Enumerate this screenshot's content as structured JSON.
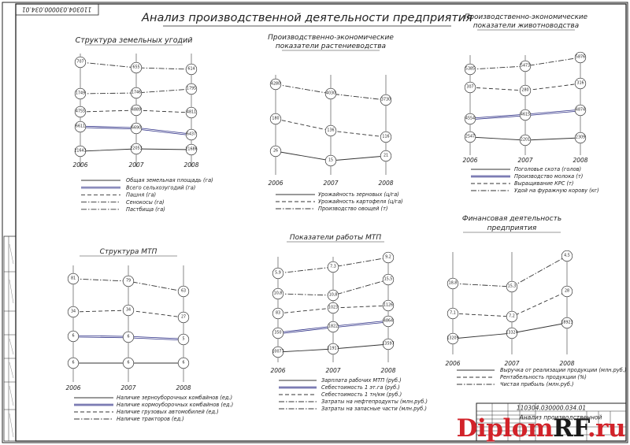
{
  "stamp_code_rotated": "110304.030000.034.01",
  "sheet_title": "Анализ производственной деятельности предприятия",
  "title_block": {
    "code": "110304.030000.034.01",
    "text": "Анализ производственной"
  },
  "watermark": {
    "part1": "Diplom",
    "part2": "RF",
    "part3": ".ru"
  },
  "chart_data": [
    {
      "id": "land",
      "type": "line",
      "title": "Структура земельных угодий",
      "categories": [
        "2006",
        "2007",
        "2008"
      ],
      "series": [
        {
          "name": "Общая земельная площадь (га)",
          "values": [
            "21643",
            "22053",
            "21686"
          ],
          "style": "solid",
          "bold": false
        },
        {
          "name": "Всего сельхозугодий (га)",
          "values": [
            "6611",
            "6690",
            "6437"
          ],
          "style": "solid",
          "bold": true
        },
        {
          "name": "Пашня (га)",
          "values": [
            "4755",
            "4889",
            "4811"
          ],
          "style": "dash"
        },
        {
          "name": "Сенокосы (га)",
          "values": [
            "1749",
            "1746",
            "1795"
          ],
          "style": "dashdot"
        },
        {
          "name": "Пастбища (га)",
          "values": [
            "707",
            "655",
            "614"
          ],
          "style": "dashdot"
        }
      ]
    },
    {
      "id": "crop",
      "type": "line",
      "title": "Производственно-экономические показатели растениеводства",
      "title_lines": [
        "Производственно-экономические",
        "показатели растениеводства"
      ],
      "categories": [
        "2006",
        "2007",
        "2008"
      ],
      "series": [
        {
          "name": "Урожайность зерновых (ц/га)",
          "values": [
            "26",
            "15",
            "21"
          ],
          "style": "solid"
        },
        {
          "name": "Урожайность картофеля (ц/га)",
          "values": [
            "180",
            "136",
            "116"
          ],
          "style": "dash"
        },
        {
          "name": "Производство овощей (т)",
          "values": [
            "4280",
            "4030",
            "3730"
          ],
          "style": "dashdot"
        }
      ]
    },
    {
      "id": "livestock",
      "type": "line",
      "title": "Производственно-экономические показатели животноводства",
      "title_lines": [
        "Производственно-экономические",
        "показатели животноводства"
      ],
      "categories": [
        "2006",
        "2007",
        "2008"
      ],
      "series": [
        {
          "name": "Поголовье скота (голов)",
          "values": [
            "2547",
            "2201",
            "2309"
          ],
          "style": "solid"
        },
        {
          "name": "Производство молока (т)",
          "values": [
            "4554",
            "4615",
            "4874"
          ],
          "style": "solid",
          "bold": true
        },
        {
          "name": "Выращивание КРС (т)",
          "values": [
            "307",
            "280",
            "316"
          ],
          "style": "dash"
        },
        {
          "name": "Удой на фуражную корову (кг)",
          "values": [
            "5385",
            "5473",
            "5876"
          ],
          "style": "dashdot"
        }
      ]
    },
    {
      "id": "mtp",
      "type": "line",
      "title": "Структура МТП",
      "categories": [
        "2006",
        "2007",
        "2008"
      ],
      "series": [
        {
          "name": "Наличие зерноуборочных комбайнов (ед.)",
          "values": [
            "6",
            "6",
            "6"
          ],
          "style": "solid"
        },
        {
          "name": "Наличие кормоуборочных комбайнов (ед.)",
          "values": [
            "6",
            "6",
            "5"
          ],
          "style": "solid",
          "bold": true
        },
        {
          "name": "Наличие грузовых автомобилей (ед.)",
          "values": [
            "34",
            "34",
            "27"
          ],
          "style": "dash"
        },
        {
          "name": "Наличие тракторов (ед.)",
          "values": [
            "81",
            "79",
            "63"
          ],
          "style": "dashdot"
        }
      ]
    },
    {
      "id": "mtp_work",
      "type": "line",
      "title": "Показатели работы МТП",
      "categories": [
        "2006",
        "2007",
        "2008"
      ],
      "series": [
        {
          "name": "Зарплата рабочих МТП (руб.)",
          "values": [
            "10077",
            "11917",
            "13597"
          ],
          "style": "solid"
        },
        {
          "name": "Себестоимость 1 эт.га (руб.)",
          "values": [
            "350",
            "1822",
            "4864"
          ],
          "style": "solid",
          "bold": true
        },
        {
          "name": "Себестоимость 1 тн/км (руб.)",
          "values": [
            "83",
            "1023",
            "1126"
          ],
          "style": "dash"
        },
        {
          "name": "Затраты на нефтепродукты (млн.руб.)",
          "values": [
            "10,8",
            "10,8",
            "15,5"
          ],
          "style": "dashdot"
        },
        {
          "name": "Затраты на запасные части (млн.руб.)",
          "values": [
            "5,9",
            "7,3",
            "9,2"
          ],
          "style": "dashdot"
        }
      ]
    },
    {
      "id": "finance",
      "type": "line",
      "title": "Финансовая деятельность предприятия",
      "title_lines": [
        "Финансовая деятельность",
        "предприятия"
      ],
      "categories": [
        "2006",
        "2007",
        "2008"
      ],
      "series": [
        {
          "name": "Выручка от реализации продукции (млн.руб.)",
          "values": [
            "13209",
            "13324",
            "18923"
          ],
          "style": "solid"
        },
        {
          "name": "Рентабельность продукции (%)",
          "values": [
            "7,1",
            "7,2",
            "28"
          ],
          "style": "dash"
        },
        {
          "name": "Чистая прибыль (млн.руб.)",
          "values": [
            "18,8",
            "15,3",
            "4,5"
          ],
          "style": "dashdot"
        }
      ]
    }
  ]
}
